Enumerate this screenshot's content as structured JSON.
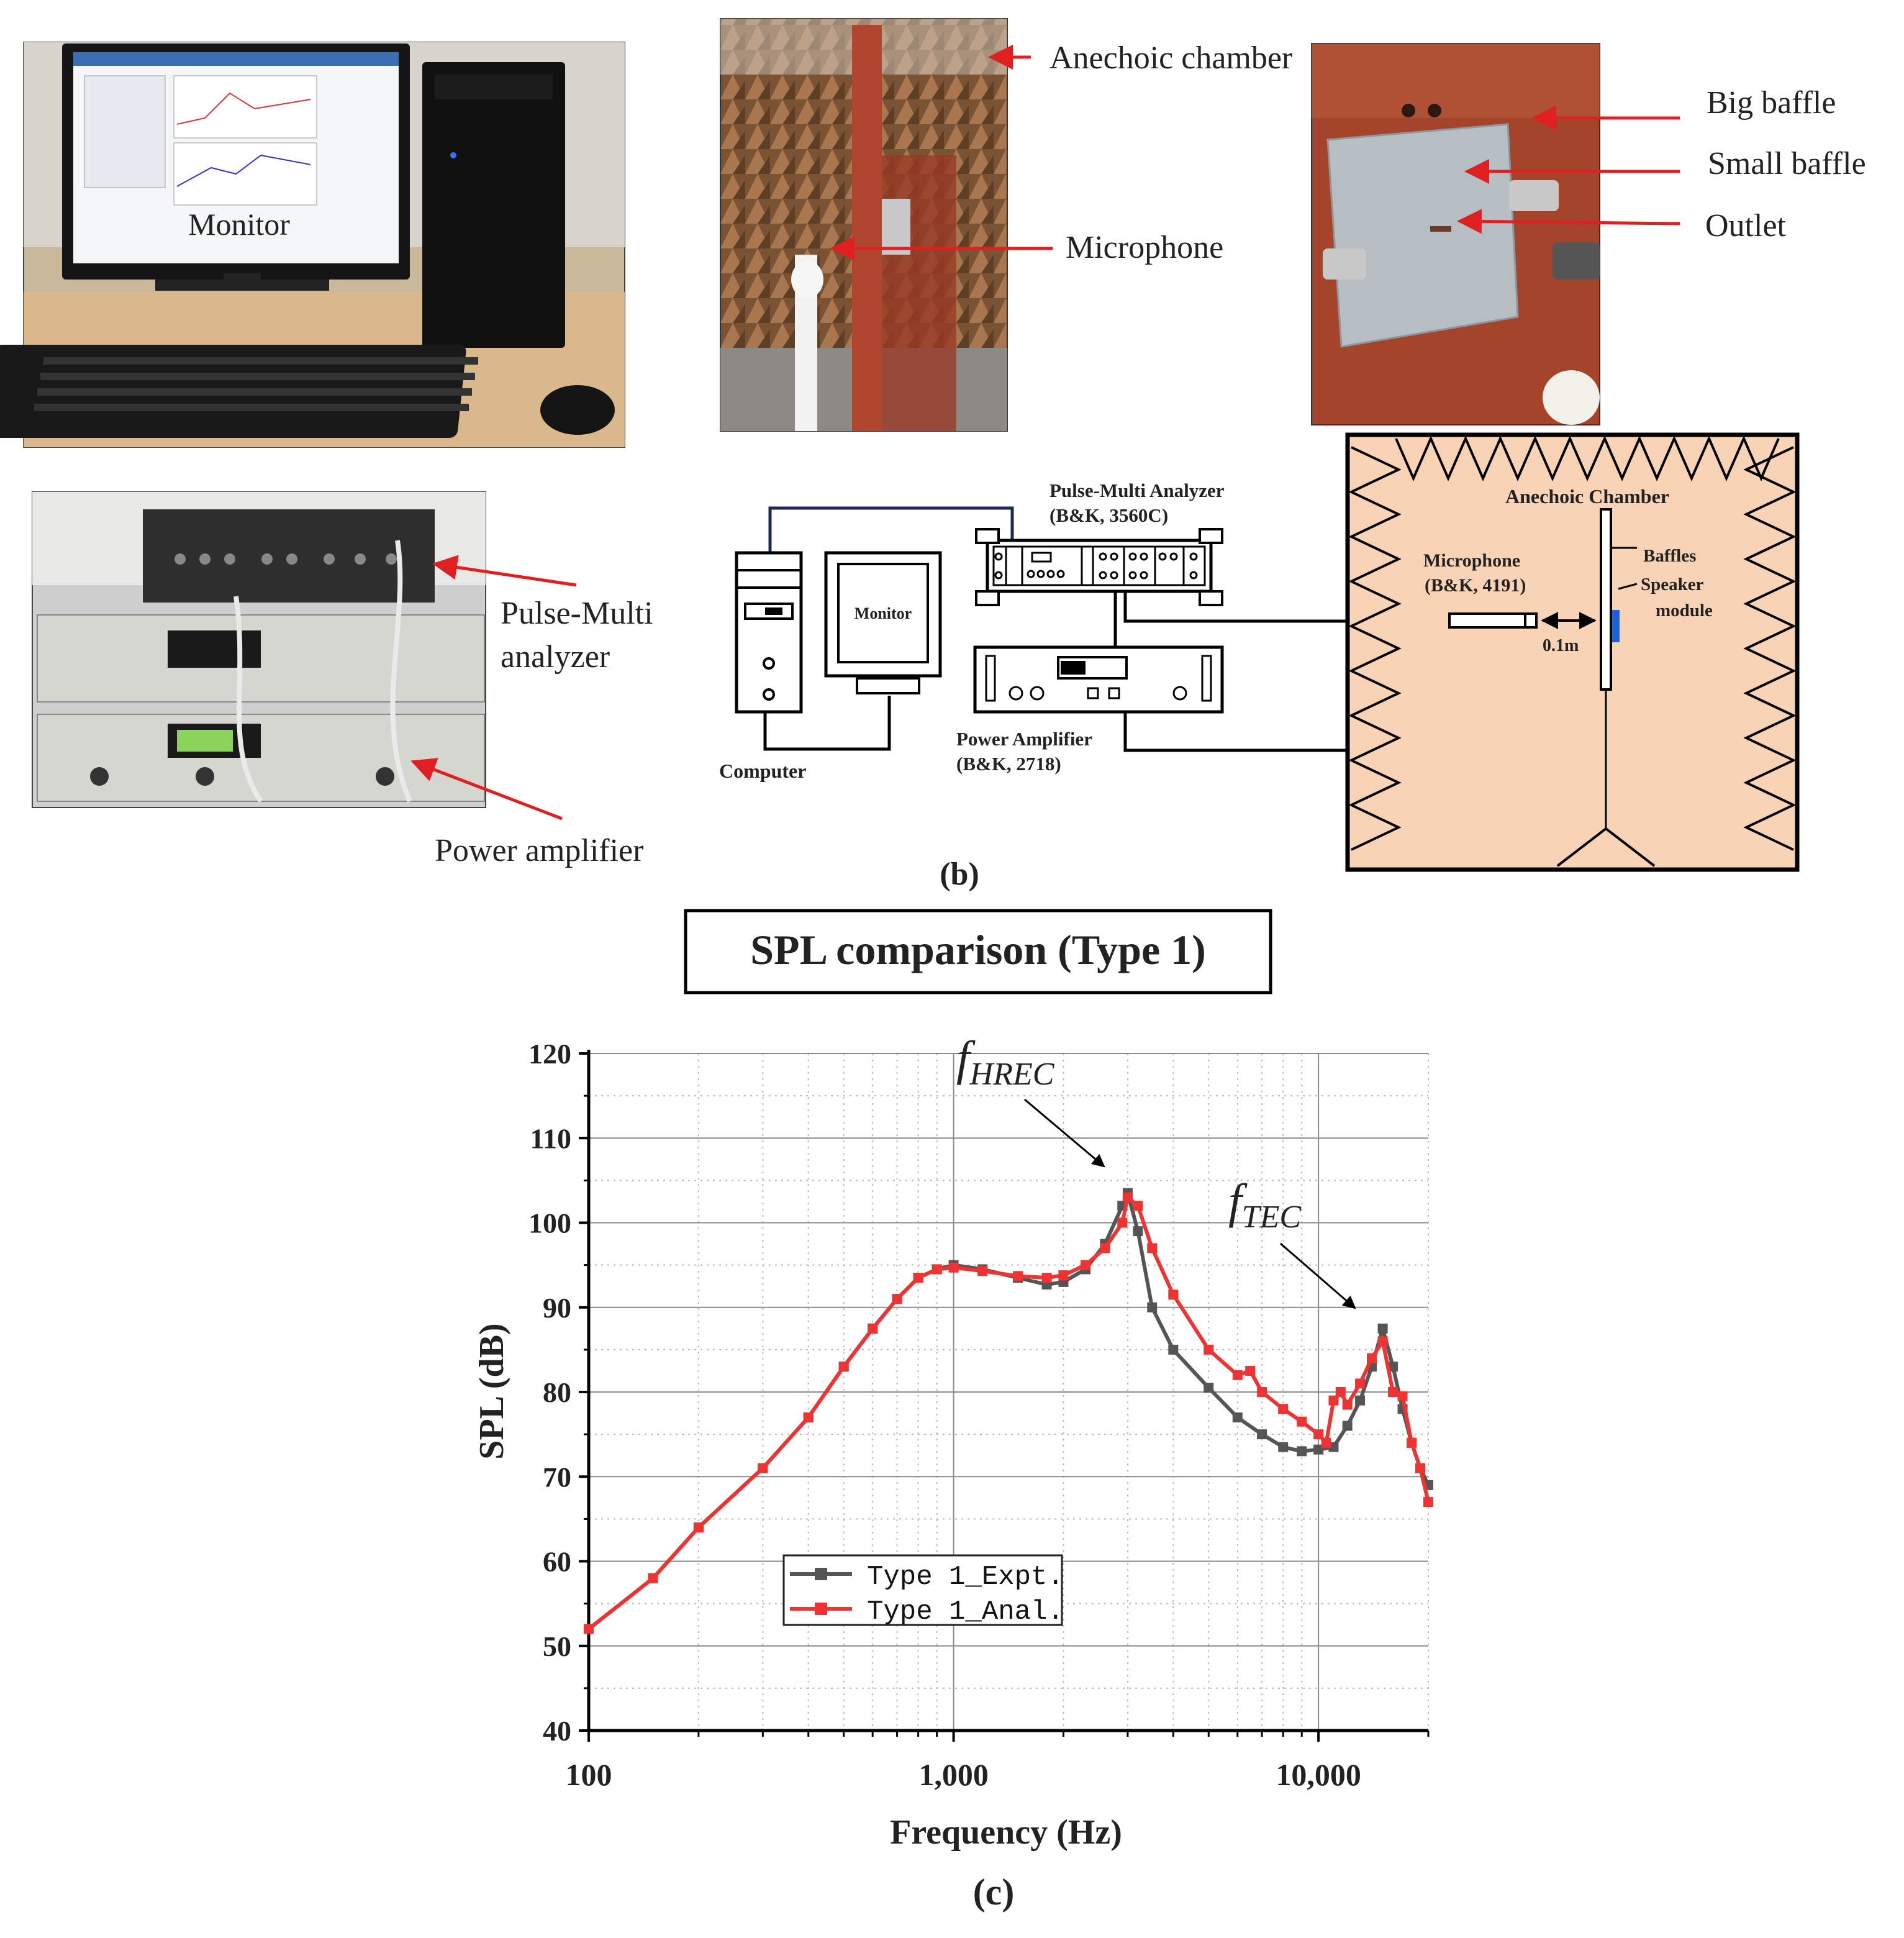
{
  "photos": {
    "computer": {
      "monitor_label": "Monitor"
    },
    "chamber": {
      "anechoic_label": "Anechoic chamber",
      "microphone_label": "Microphone"
    },
    "baffle": {
      "big_baffle": "Big baffle",
      "small_baffle": "Small baffle",
      "outlet": "Outlet"
    },
    "rack": {
      "analyzer_line1": "Pulse-Multi",
      "analyzer_line2": "analyzer",
      "amplifier": "Power amplifier"
    }
  },
  "schematic": {
    "analyzer_title": "Pulse-Multi Analyzer",
    "analyzer_model": "(B&K, 3560C)",
    "monitor": "Monitor",
    "computer": "Computer",
    "amplifier_title": "Power Amplifier",
    "amplifier_model": "(B&K, 2718)",
    "chamber_title": "Anechoic Chamber",
    "microphone_title": "Microphone",
    "microphone_model": "(B&K, 4191)",
    "distance": "0.1m",
    "baffles": "Baffles",
    "speaker_line1": "Speaker",
    "speaker_line2": "module",
    "panel_label": "(b)"
  },
  "chart_title": "SPL comparison (Type 1)",
  "panel_c_label": "(c)",
  "colors": {
    "expt": "#555555",
    "anal": "#ee3333",
    "chamber_fill": "#f9d3b6",
    "arrow": "#e02020"
  },
  "chart_data": {
    "type": "line",
    "xlabel": "Frequency (Hz)",
    "ylabel": "SPL (dB)",
    "xscale": "log",
    "xlim": [
      100,
      20000
    ],
    "ylim": [
      40,
      120
    ],
    "xticks": [
      100,
      1000,
      10000
    ],
    "xtick_labels": [
      "100",
      "1,000",
      "10,000"
    ],
    "yticks": [
      40,
      50,
      60,
      70,
      80,
      90,
      100,
      110,
      120
    ],
    "grid": true,
    "legend_position": "lower-left",
    "annotations": [
      {
        "main": "f",
        "sub": "HREC",
        "x": 3000,
        "y": 103.5
      },
      {
        "main": "f",
        "sub": "TEC",
        "x": 15000,
        "y": 87.5
      }
    ],
    "series": [
      {
        "name": "Type 1_Expt.",
        "x": [
          100,
          150,
          200,
          300,
          400,
          500,
          600,
          700,
          800,
          900,
          1000,
          1200,
          1500,
          1800,
          2000,
          2300,
          2600,
          2900,
          3000,
          3200,
          3500,
          4000,
          5000,
          6000,
          7000,
          8000,
          9000,
          10000,
          11000,
          12000,
          13000,
          14000,
          15000,
          16000,
          17000,
          18000,
          19000,
          20000
        ],
        "y": [
          52,
          58,
          64,
          71,
          77,
          83,
          87.5,
          91,
          93.5,
          94.5,
          95,
          94.5,
          93.5,
          92.7,
          93,
          94.5,
          97.5,
          102,
          103.5,
          99,
          90,
          85,
          80.5,
          77,
          75,
          73.5,
          73,
          73.2,
          73.5,
          76,
          79,
          83,
          87.5,
          83,
          78,
          74,
          71,
          69
        ]
      },
      {
        "name": "Type 1_Anal.",
        "x": [
          100,
          150,
          200,
          300,
          400,
          500,
          600,
          700,
          800,
          900,
          1000,
          1200,
          1500,
          1800,
          2000,
          2300,
          2600,
          2900,
          3000,
          3200,
          3500,
          4000,
          5000,
          6000,
          6500,
          7000,
          8000,
          9000,
          10000,
          10500,
          11000,
          11500,
          12000,
          13000,
          14000,
          15000,
          16000,
          17000,
          18000,
          19000,
          20000
        ],
        "y": [
          52,
          58,
          64,
          71,
          77,
          83,
          87.5,
          91,
          93.5,
          94.5,
          94.7,
          94.3,
          93.7,
          93.5,
          93.8,
          95,
          97,
          100,
          103,
          102,
          97,
          91.5,
          85,
          82,
          82.5,
          80,
          78,
          76.5,
          75,
          74,
          79,
          80,
          78.5,
          81,
          84,
          86,
          80,
          79.5,
          74,
          71,
          67
        ]
      }
    ]
  }
}
